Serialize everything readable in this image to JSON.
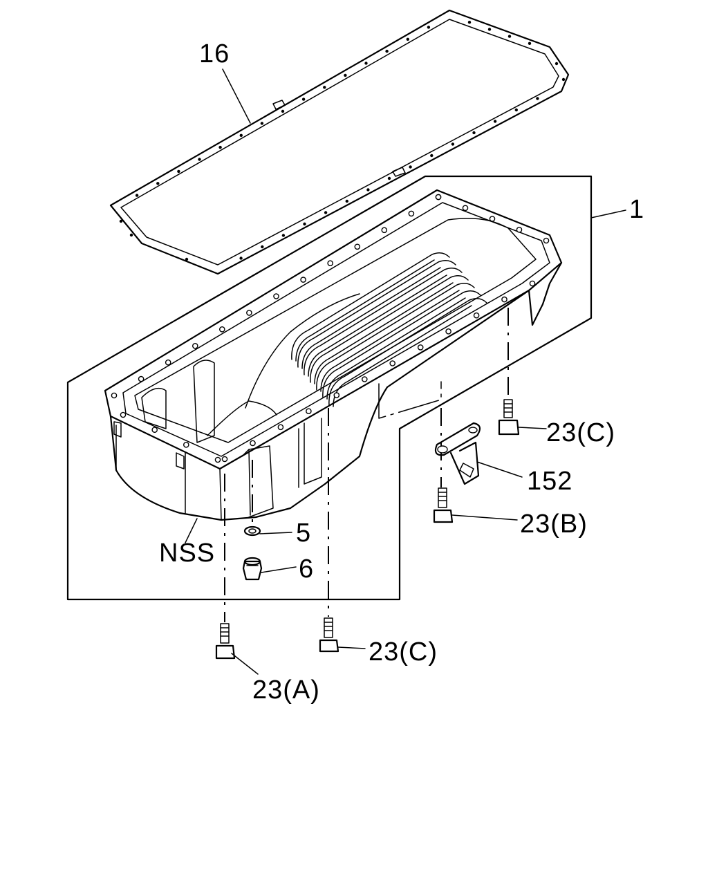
{
  "callouts": {
    "gasket": "16",
    "oil_pan": "1",
    "bolt_c_right": "23(C)",
    "bracket": "152",
    "bolt_b": "23(B)",
    "washer": "5",
    "drain_plug": "6",
    "nss": "NSS",
    "bolt_c_center": "23(C)",
    "bolt_a": "23(A)"
  }
}
